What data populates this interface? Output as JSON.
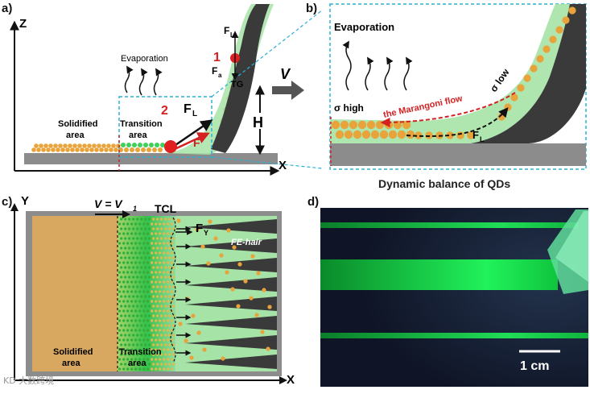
{
  "panels": {
    "a": {
      "letter": "a)",
      "axis_z": "Z",
      "axis_x": "X",
      "evaporation": "Evaporation",
      "solidified": [
        "Solidified",
        "area"
      ],
      "transition": [
        "Transition",
        "area"
      ],
      "F_L": "F",
      "F_L_sub": "L",
      "F_a": "F",
      "F_a_sub": "a",
      "TG": "TG",
      "H": "H",
      "V": "V",
      "mark_1": "1",
      "mark_2": "2",
      "mark_F": "F"
    },
    "b": {
      "letter": "b)",
      "evaporation": "Evaporation",
      "sigma_high": "σ high",
      "sigma_low": "σ low",
      "marangoni": "the Marangoni flow",
      "F_L": "F",
      "F_L_sub": "L",
      "caption": "Dynamic balance of QDs"
    },
    "c": {
      "letter": "c)",
      "axis_y": "Y",
      "axis_x": "X",
      "velocity": "V = V",
      "velocity_sub": "1",
      "tcl": "TCL",
      "F_Y": "F",
      "F_Y_sub": "Y",
      "fe_hair": "FE-hair",
      "solidified": [
        "Solidified",
        "area"
      ],
      "transition": [
        "Transition",
        "area"
      ]
    },
    "d": {
      "letter": "d)",
      "scale": "1 cm"
    }
  },
  "watermark": "KD 大数跨境",
  "colors": {
    "qd_orange": "#e8a33a",
    "green_light": "#a6e3a6",
    "green_bright": "#19e04a",
    "hair_dark": "#3a3a3a",
    "red": "#d42020",
    "cyan_dash": "#2bb0d6",
    "substrate": "#8c8c8c"
  }
}
